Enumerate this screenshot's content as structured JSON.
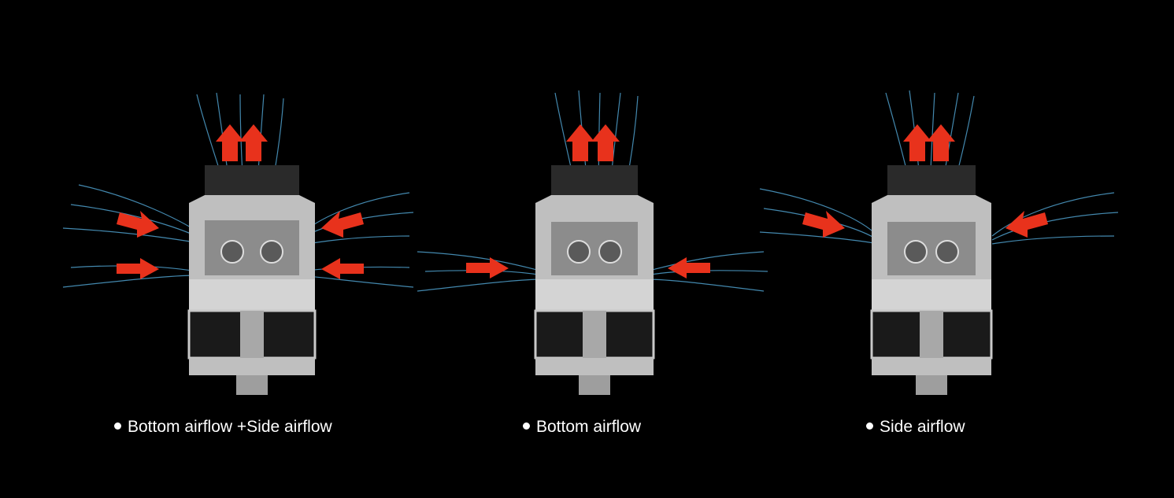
{
  "panels": [
    {
      "caption": "Bottom airflow +Side airflow",
      "side_arrows": "upper-and-lower",
      "colors": {
        "arrow": "#e8321c",
        "airflow": "#5ab6e8",
        "metal": "#c9c9c9",
        "background": "#000000"
      }
    },
    {
      "caption": "Bottom airflow",
      "side_arrows": "lower",
      "colors": {
        "arrow": "#e8321c",
        "airflow": "#5ab6e8",
        "metal": "#c9c9c9",
        "background": "#000000"
      }
    },
    {
      "caption": "Side airflow",
      "side_arrows": "upper",
      "colors": {
        "arrow": "#e8321c",
        "airflow": "#5ab6e8",
        "metal": "#c9c9c9",
        "background": "#000000"
      }
    }
  ],
  "icons": {
    "bullet": "bullet-dot-icon",
    "arrow": "red-arrow-icon",
    "tank": "atomizer-tank-icon"
  }
}
